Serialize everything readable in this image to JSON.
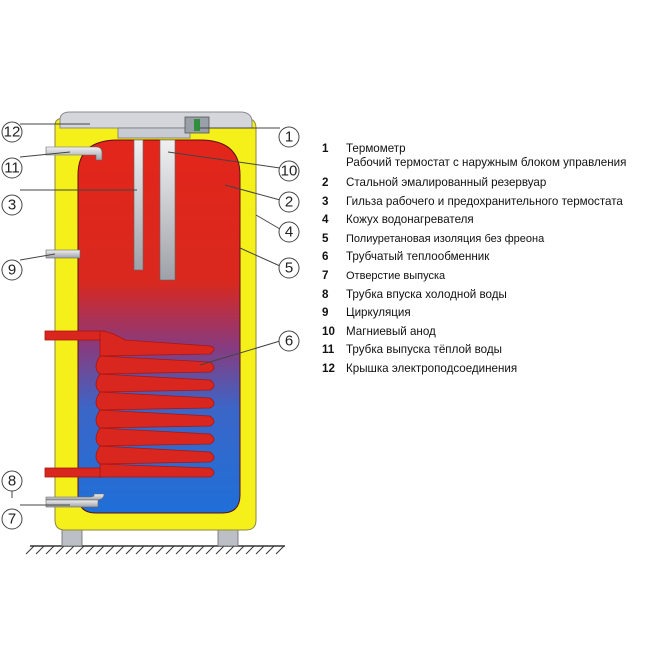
{
  "callouts": {
    "c1": "1",
    "c2": "2",
    "c3": "3",
    "c4": "4",
    "c5": "5",
    "c6": "6",
    "c7": "7",
    "c8": "8",
    "c9": "9",
    "c10": "10",
    "c11": "11",
    "c12": "12"
  },
  "legend": [
    {
      "num": "1",
      "text": "Термометр\nРабочий термостат с наружным блоком управления"
    },
    {
      "num": "2",
      "text": "Стальной эмалированный резервуар"
    },
    {
      "num": "3",
      "text": "Гильза рабочего и предохранительного термостата"
    },
    {
      "num": "4",
      "text": "Кожух водонагревателя"
    },
    {
      "num": "5",
      "text": "Полиуретановая изоляция без фреона"
    },
    {
      "num": "6",
      "text": "Трубчатый теплообменник"
    },
    {
      "num": "7",
      "text": "Отверстие выпуска"
    },
    {
      "num": "8",
      "text": "Трубка впуска холодной воды"
    },
    {
      "num": "9",
      "text": "Циркуляция"
    },
    {
      "num": "10",
      "text": "Магниевый анод"
    },
    {
      "num": "11",
      "text": "Трубка выпуска тёплой воды"
    },
    {
      "num": "12",
      "text": "Крышка электроподсоединения"
    }
  ],
  "colors": {
    "insulation": "#f5ef1a",
    "tank_hot": "#e3261b",
    "tank_cold": "#1f6fd8",
    "coil": "#d9261e",
    "lid": "#d4d6dc",
    "pipe": "#c8cace"
  }
}
